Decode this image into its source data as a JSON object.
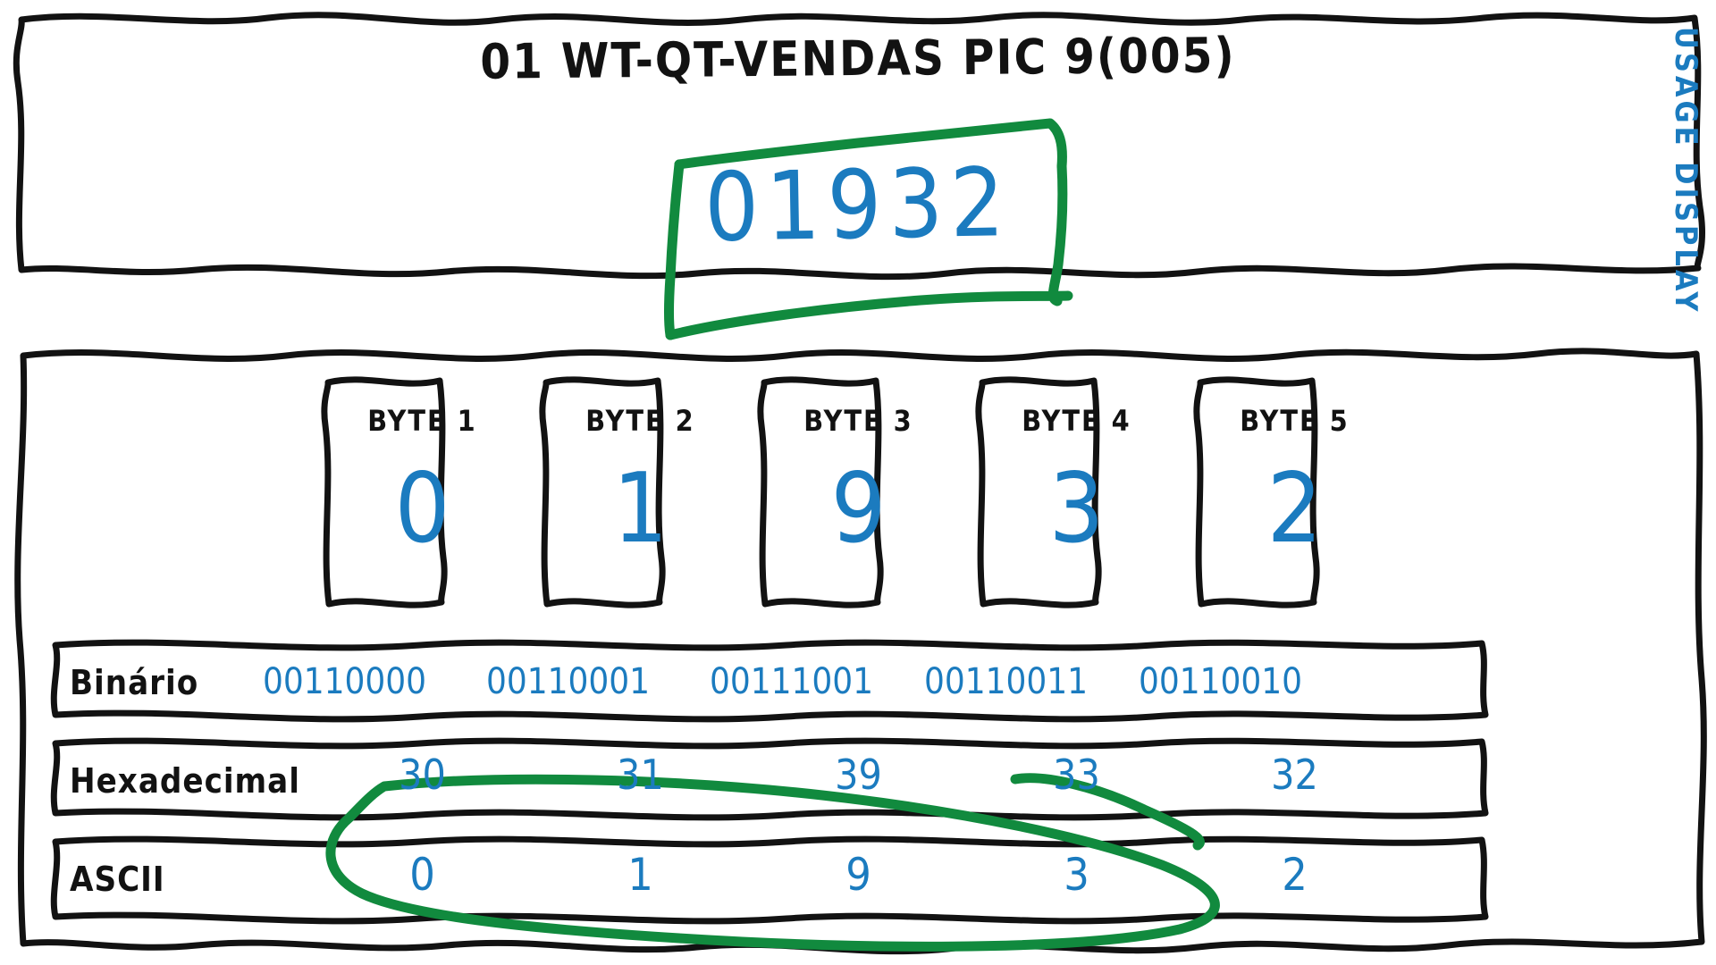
{
  "page": {
    "background": "#ffffff",
    "ink_black": "#121212",
    "ink_blue": "#1B7BBF",
    "ink_green": "#118A3E"
  },
  "top_panel": {
    "title": "01 WT-QT-VENDAS PIC 9(005)",
    "value": "01932",
    "side_label": "USAGE DISPLAY",
    "annotation": "green-bracket-around-value"
  },
  "bottom_panel": {
    "byte_boxes": [
      {
        "label": "BYTE 1",
        "digit": "0"
      },
      {
        "label": "BYTE 2",
        "digit": "1"
      },
      {
        "label": "BYTE 3",
        "digit": "9"
      },
      {
        "label": "BYTE 4",
        "digit": "3"
      },
      {
        "label": "BYTE 5",
        "digit": "2"
      }
    ],
    "rows": [
      {
        "label": "Binário",
        "values": [
          "00110000",
          "00110001",
          "00111001",
          "00110011",
          "00110010"
        ]
      },
      {
        "label": "Hexadecimal",
        "values": [
          "30",
          "31",
          "39",
          "33",
          "32"
        ]
      },
      {
        "label": "ASCII",
        "values": [
          "0",
          "1",
          "9",
          "3",
          "2"
        ]
      }
    ],
    "annotation": "green-ellipse-circling-ascii-row"
  }
}
